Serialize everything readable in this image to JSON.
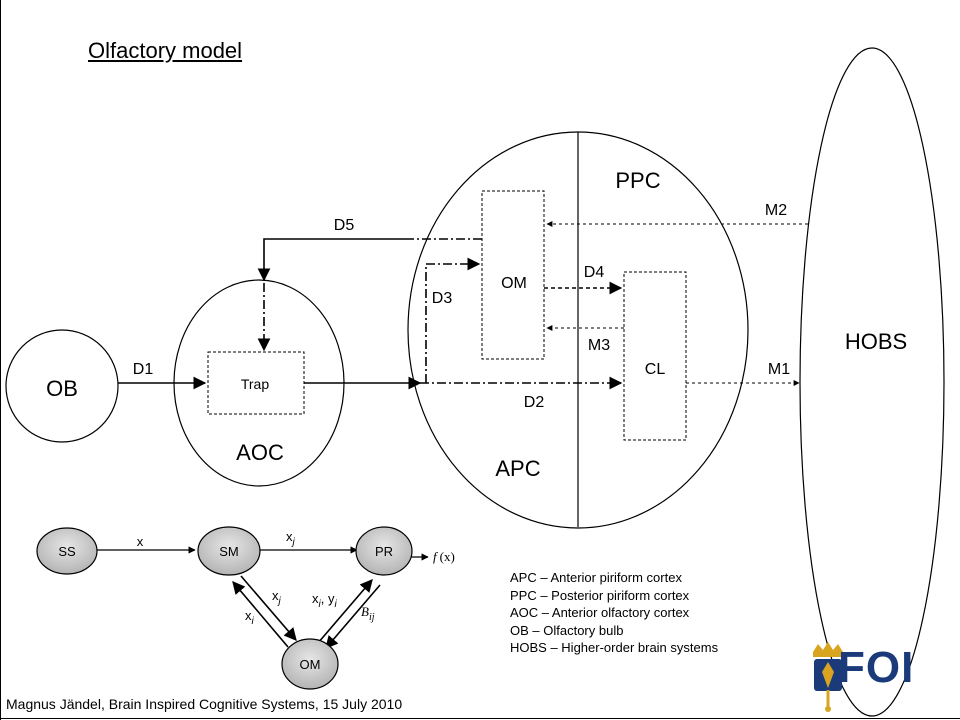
{
  "slide": {
    "title": "Olfactory model",
    "footer": "Magnus Jändel, Brain Inspired Cognitive Systems, 15 July 2010"
  },
  "diagram": {
    "regions": {
      "ob": "OB",
      "aoc": "AOC",
      "apc": "APC",
      "ppc": "PPC",
      "hobs": "HOBS"
    },
    "modules": {
      "trap": "Trap",
      "om": "OM",
      "cl": "CL"
    },
    "connections": {
      "d1": "D1",
      "d2": "D2",
      "d3": "D3",
      "d4": "D4",
      "d5": "D5",
      "m1": "M1",
      "m2": "M2",
      "m3": "M3"
    }
  },
  "subdiagram": {
    "nodes": {
      "ss": "SS",
      "sm": "SM",
      "pr": "PR",
      "om": "OM"
    },
    "edges": {
      "ss_sm": "x",
      "sm_pr": "x",
      "sm_pr_sub": "j",
      "sm_om": "x",
      "sm_om_sub": "j",
      "om_sm": "x",
      "om_sm_sub": "i",
      "om_pr_a": "x",
      "om_pr_a_sub": "i",
      "om_pr_sep": ", y",
      "om_pr_b_sub": "i",
      "pr_om": "B",
      "pr_om_sub": "ij"
    },
    "output": {
      "f": "f",
      "arg": "(x)"
    }
  },
  "legend": [
    "APC – Anterior piriform cortex",
    "PPC – Posterior piriform cortex",
    "AOC – Anterior olfactory cortex",
    "OB – Olfactory bulb",
    "HOBS – Higher-order brain systems"
  ],
  "logo": {
    "text": "FOI",
    "icon": "crown-emblem-icon"
  },
  "colors": {
    "logo_blue": "#1a3a7a",
    "logo_gold": "#d9a520",
    "node_gray": "#c8c8c8"
  }
}
